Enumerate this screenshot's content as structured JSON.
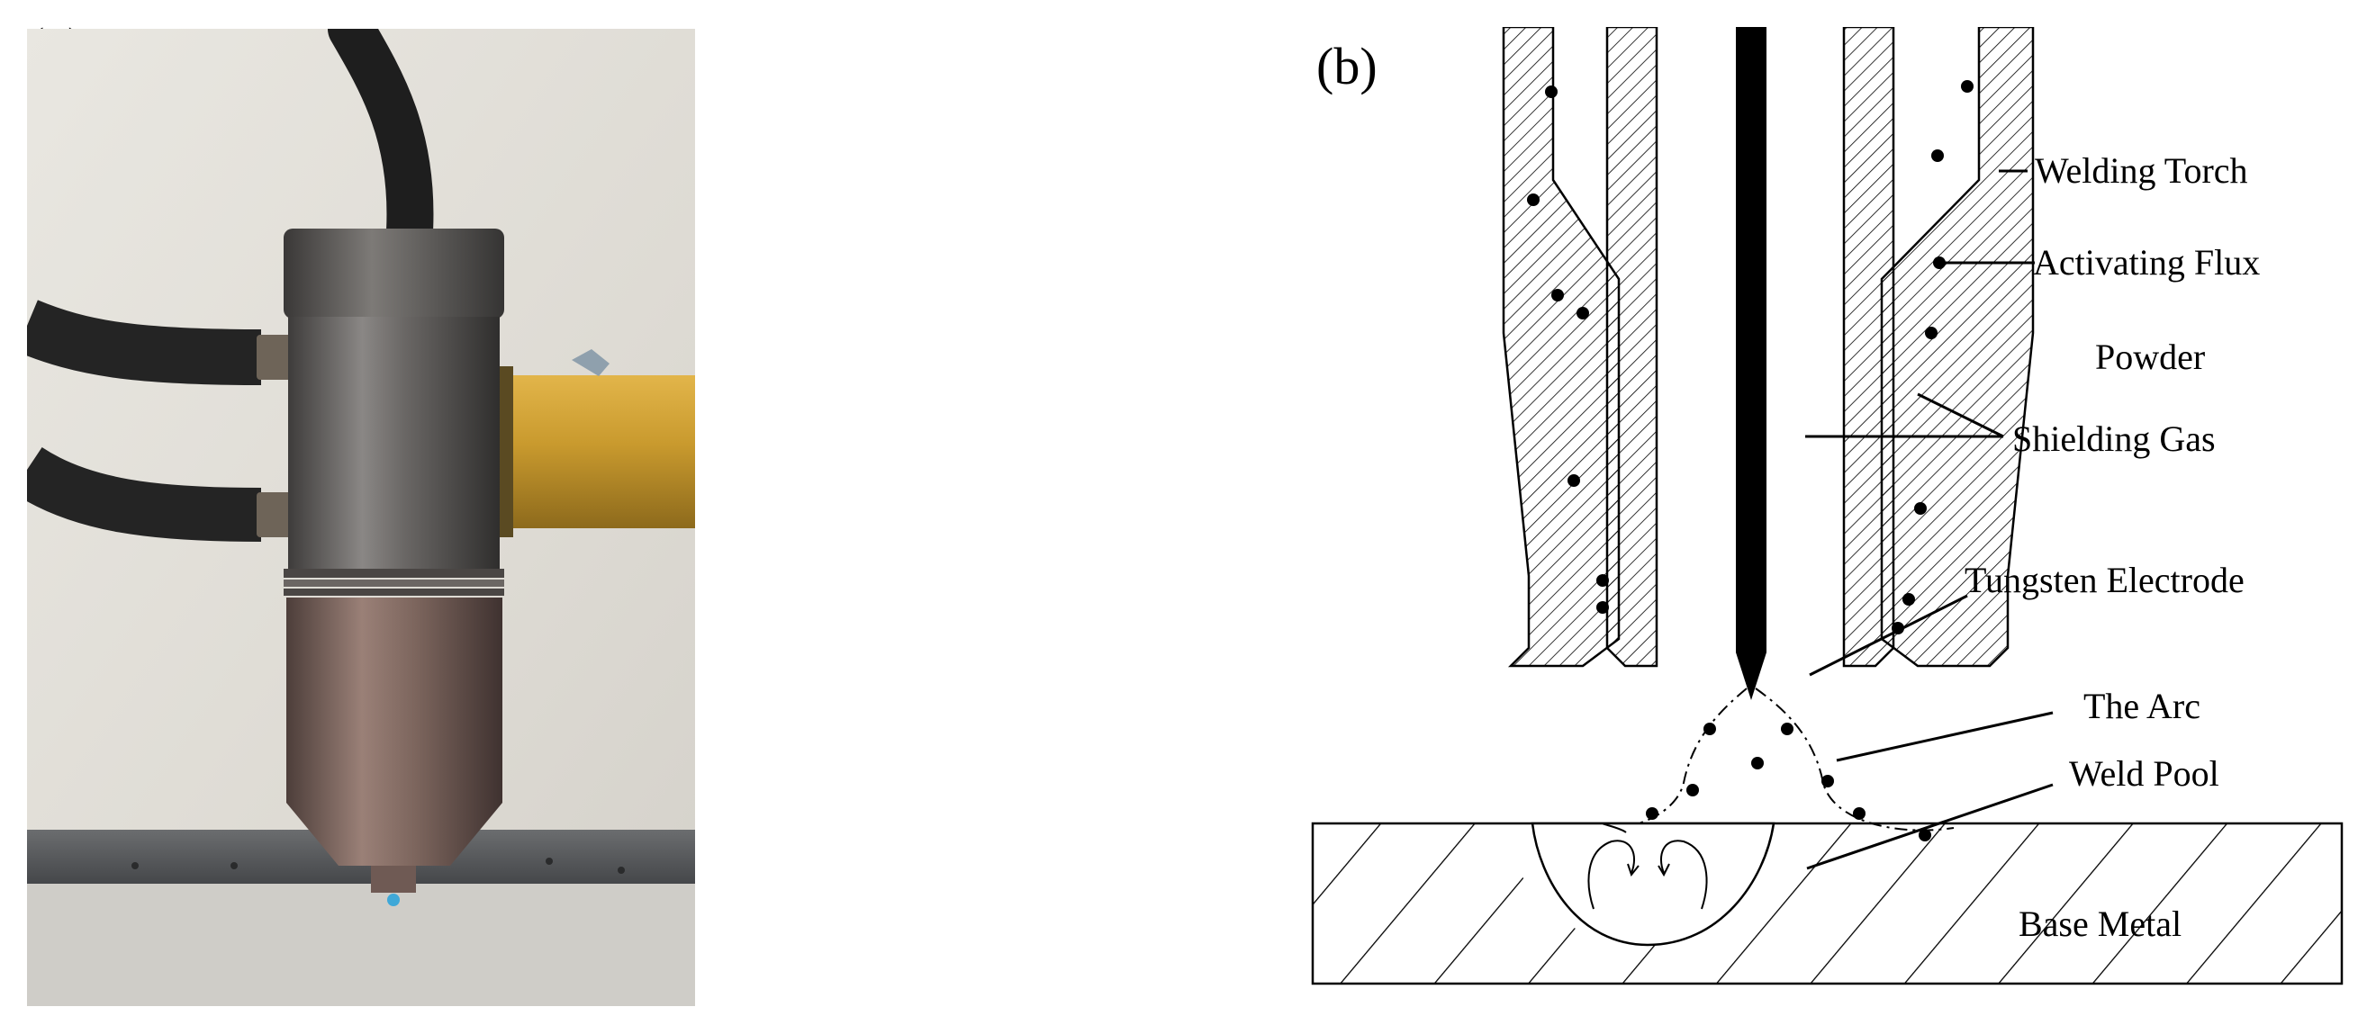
{
  "panels": {
    "a": {
      "label": "(a)"
    },
    "b": {
      "label": "(b)"
    }
  },
  "callouts": {
    "welding_torch": "Welding Torch",
    "activating_flux": "Activating Flux",
    "powder": "Powder",
    "shielding_gas": "Shielding Gas",
    "tungsten_electrode": "Tungsten Electrode",
    "the_arc": "The Arc",
    "weld_pool": "Weld Pool",
    "base_metal": "Base Metal"
  },
  "colors": {
    "background_wall": "#e4e2dc",
    "cable": "#2a2a2a",
    "torch_body": "#5d5a58",
    "torch_nozzle": "#7a625b",
    "brass_mount": "#c99a2e",
    "table": "#56585a",
    "line": "#000000"
  }
}
